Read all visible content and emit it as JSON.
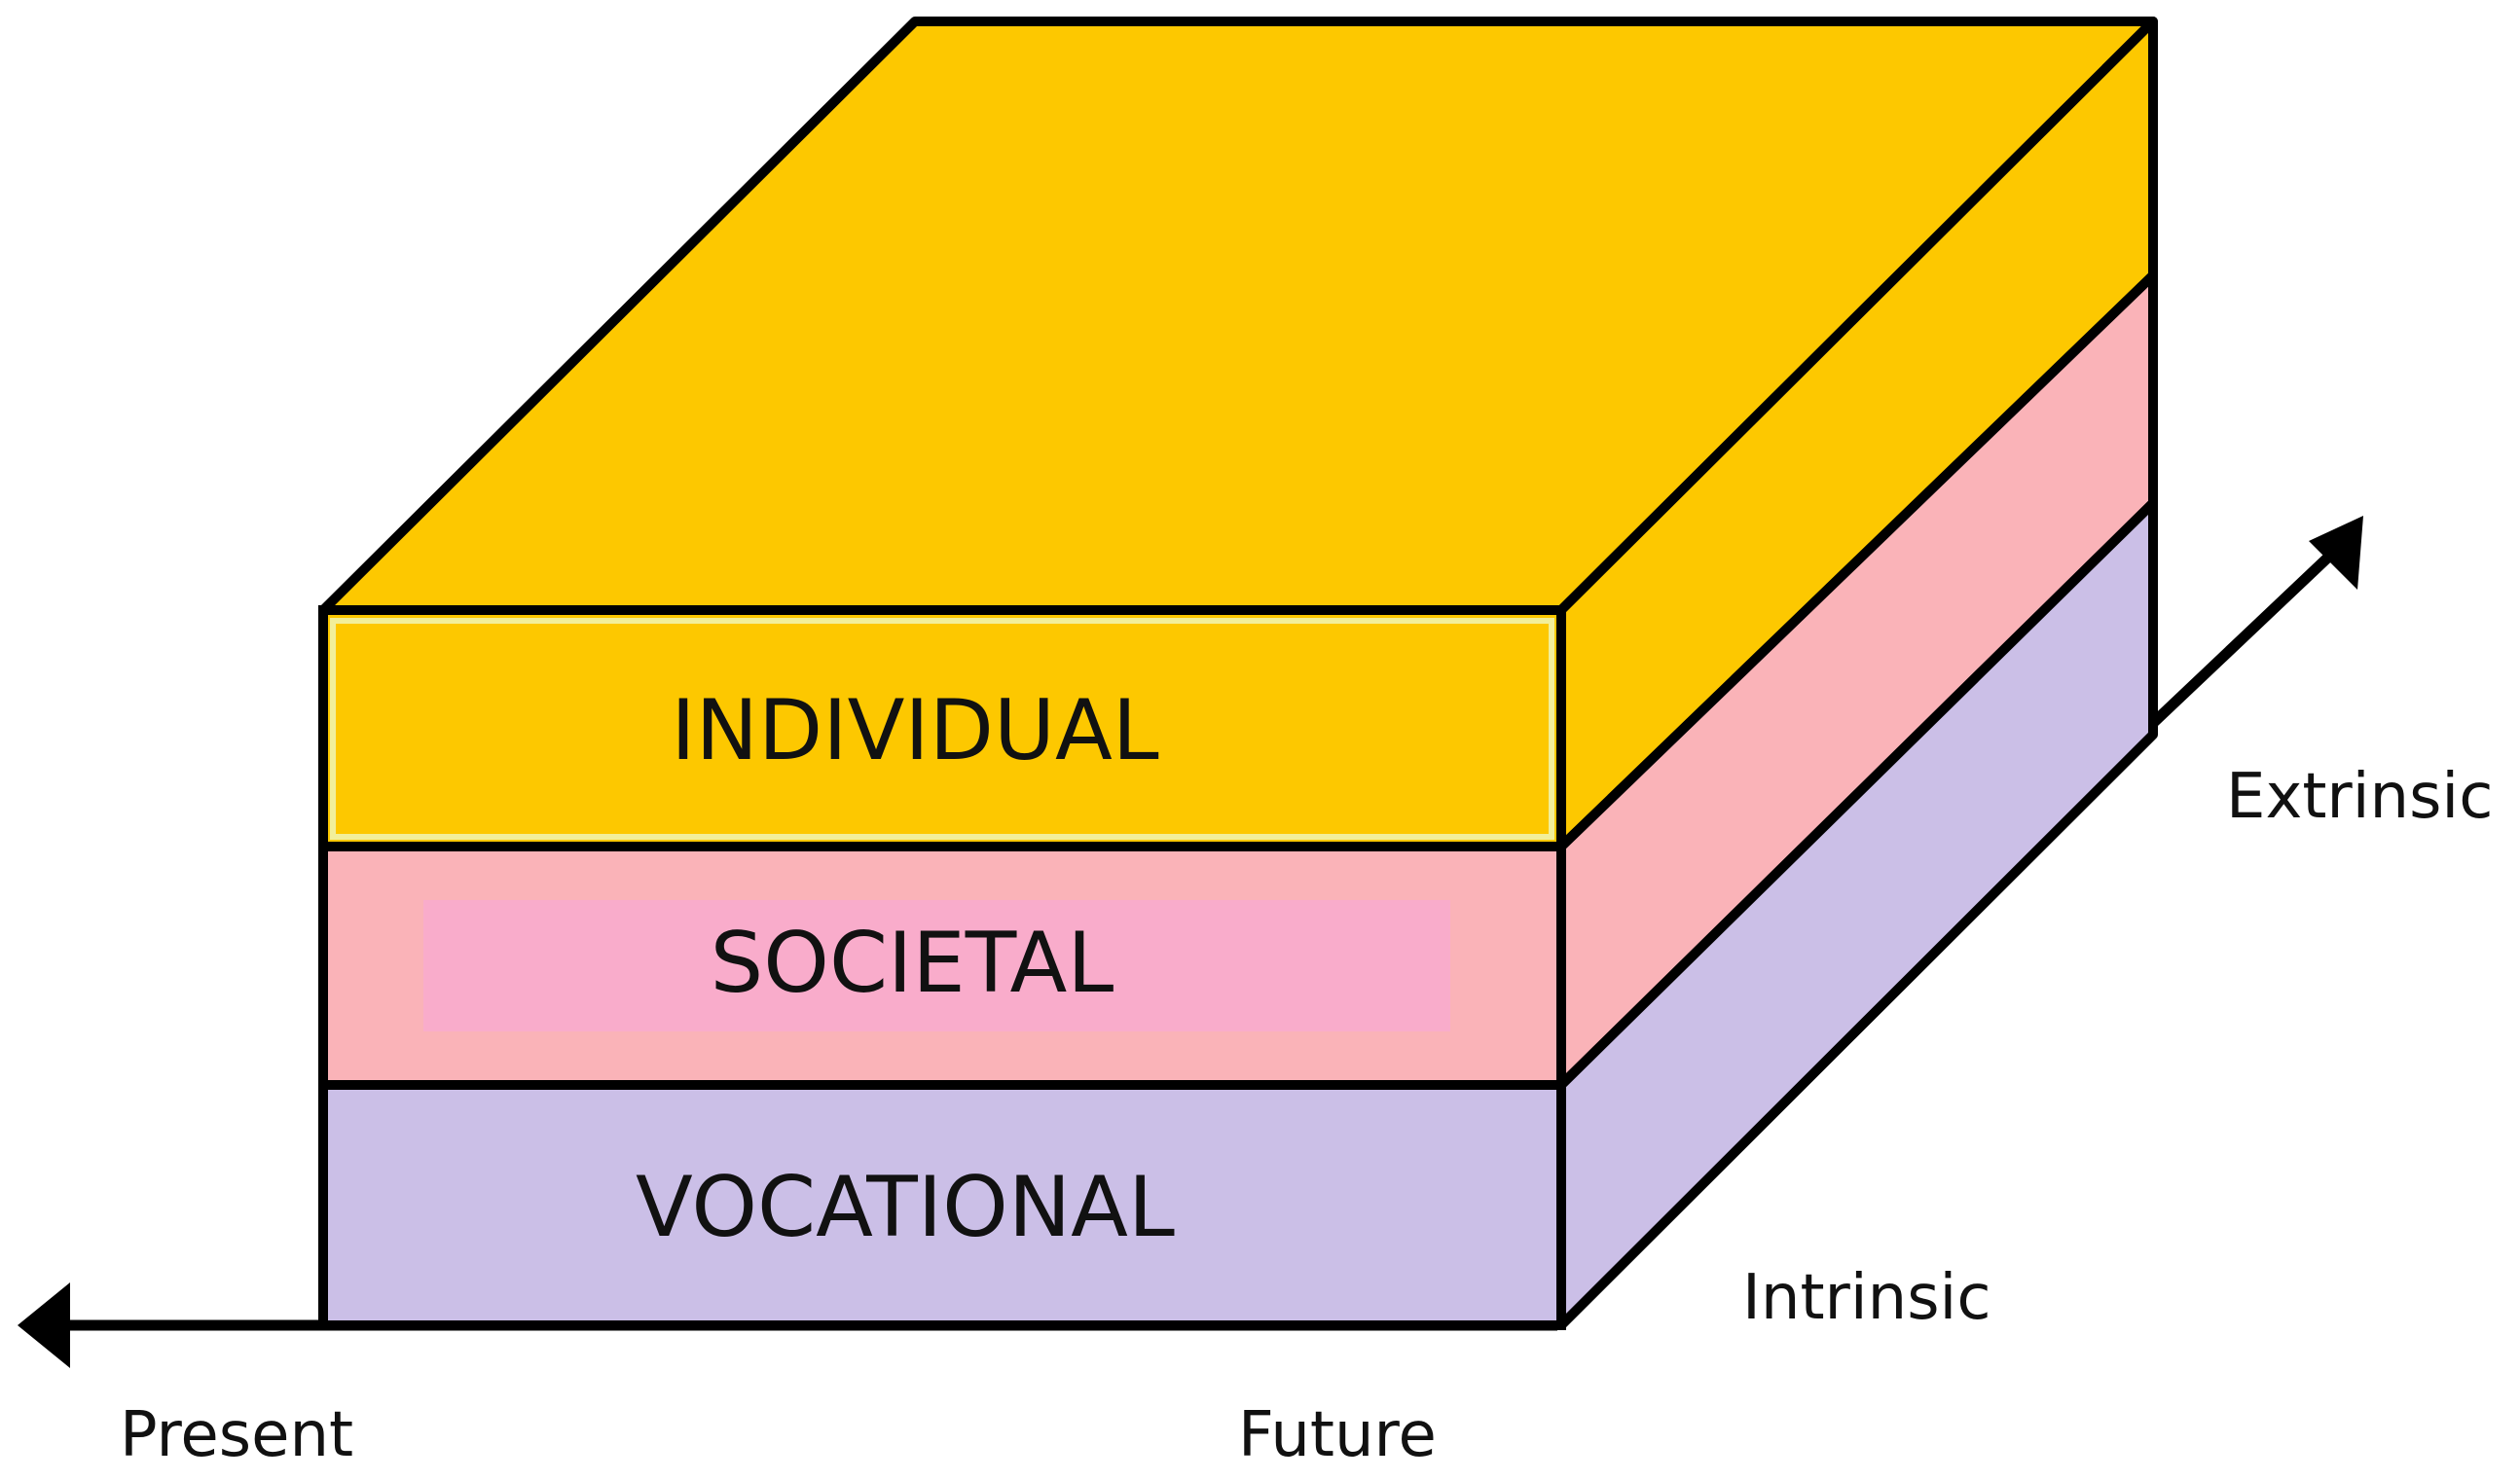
{
  "layers": [
    {
      "label": "INDIVIDUAL",
      "color": "#fdc800"
    },
    {
      "label": "SOCIETAL",
      "color": "#fab3b8"
    },
    {
      "label": "VOCATIONAL",
      "color": "#cbbfe7"
    }
  ],
  "societal_label_highlight": "#f9accb",
  "axes": {
    "horizontal": {
      "left": "Present",
      "right": "Future"
    },
    "depth": {
      "near": "Intrinsic",
      "far": "Extrinsic"
    }
  }
}
